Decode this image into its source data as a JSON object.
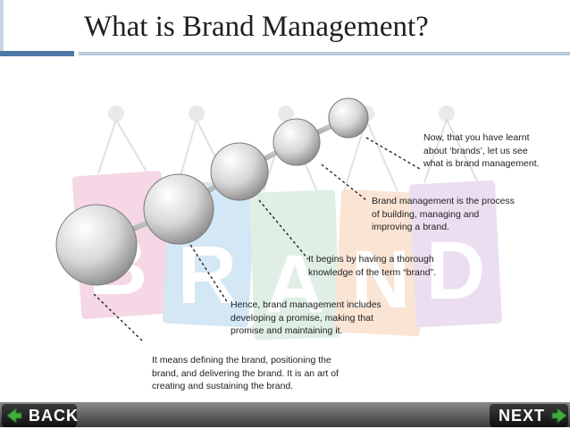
{
  "slide": {
    "title": "What is Brand Management?"
  },
  "art": {
    "background_letters": [
      "B",
      "R",
      "A",
      "N",
      "D"
    ],
    "tag_colors": [
      "#e9a6c7",
      "#9ec9e8",
      "#b8dcc8",
      "#f3c2a0",
      "#d4b6e0"
    ]
  },
  "callouts": [
    {
      "id": "c1",
      "text": "Now, that you have learnt\nabout ‘brands’, let us see\nwhat is brand management."
    },
    {
      "id": "c2",
      "text": "Brand management is the process\nof building, managing and\nimproving a brand."
    },
    {
      "id": "c3",
      "text": "It begins by having a thorough\nknowledge of the term “brand”."
    },
    {
      "id": "c4",
      "text": "Hence, brand management includes\ndeveloping a promise, making that\npromise and maintaining it."
    },
    {
      "id": "c5",
      "text": "It means defining the brand, positioning the\nbrand, and delivering the brand. It is an art of\ncreating and sustaining the brand."
    }
  ],
  "nav": {
    "back_label": "BACK",
    "next_label": "NEXT",
    "back_icon": "arrow-left-icon",
    "next_icon": "arrow-right-icon",
    "accent": "#3fae3f"
  }
}
